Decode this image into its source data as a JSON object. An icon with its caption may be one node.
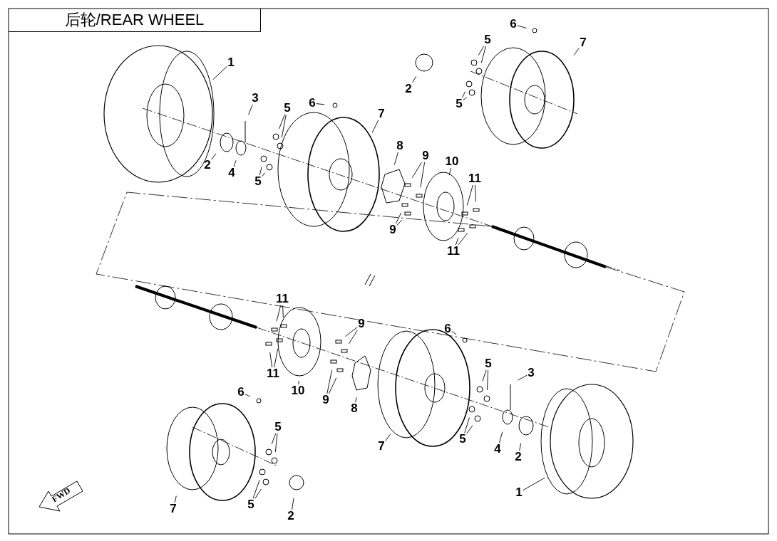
{
  "diagram": {
    "title": "后轮/REAR WHEEL",
    "nodes": [
      {
        "text": [
          "6"
        ]
      },
      {
        "text": [
          "5"
        ]
      },
      {
        "text": [
          "7"
        ]
      },
      {
        "text": [
          "1"
        ]
      },
      {
        "text": [
          "2"
        ]
      },
      {
        "text": [
          "3"
        ]
      },
      {
        "text": [
          "6"
        ]
      },
      {
        "text": [
          "5"
        ]
      },
      {
        "text": [
          "5"
        ]
      },
      {
        "text": [
          "7"
        ]
      },
      {
        "text": [
          "8"
        ]
      },
      {
        "text": [
          "9"
        ]
      },
      {
        "text": [
          "10"
        ]
      },
      {
        "text": [
          "2"
        ]
      },
      {
        "text": [
          "4"
        ]
      },
      {
        "text": [
          "11"
        ]
      },
      {
        "text": [
          "5"
        ]
      },
      {
        "text": [
          "9"
        ]
      },
      {
        "text": [
          "11"
        ]
      },
      {
        "text": [
          "11"
        ]
      },
      {
        "text": [
          "9"
        ]
      },
      {
        "text": [
          "6"
        ]
      },
      {
        "text": [
          "5"
        ]
      },
      {
        "text": [
          "3"
        ]
      },
      {
        "text": [
          "11"
        ]
      },
      {
        "text": [
          "10"
        ]
      },
      {
        "text": [
          "6"
        ]
      },
      {
        "text": [
          "9"
        ]
      },
      {
        "text": [
          "8"
        ]
      },
      {
        "text": [
          "5"
        ]
      },
      {
        "text": [
          "5"
        ]
      },
      {
        "text": [
          "7"
        ]
      },
      {
        "text": [
          "4"
        ]
      },
      {
        "text": [
          "2"
        ]
      },
      {
        "text": [
          "1"
        ]
      },
      {
        "text": [
          "5"
        ]
      },
      {
        "text": [
          "7"
        ]
      },
      {
        "text": [
          "2"
        ]
      }
    ],
    "edges": [
      {
        "from": 0,
        "to": null,
        "arrow": "none"
      },
      {
        "from": 1,
        "to": null,
        "arrow": "none"
      },
      {
        "from": 1,
        "to": null,
        "arrow": "none"
      },
      {
        "from": 2,
        "to": null,
        "arrow": "none"
      },
      {
        "from": 3,
        "to": null,
        "arrow": "none"
      },
      {
        "from": 4,
        "to": null,
        "arrow": "none"
      },
      {
        "from": 5,
        "to": null,
        "arrow": "none"
      },
      {
        "from": 6,
        "to": null,
        "arrow": "none"
      },
      {
        "from": 7,
        "to": null,
        "arrow": "none"
      },
      {
        "from": 7,
        "to": null,
        "arrow": "none"
      },
      {
        "from": 8,
        "to": null,
        "arrow": "none"
      },
      {
        "from": 8,
        "to": null,
        "arrow": "none"
      },
      {
        "from": 9,
        "to": null,
        "arrow": "none"
      },
      {
        "from": 10,
        "to": null,
        "arrow": "none"
      },
      {
        "from": 11,
        "to": null,
        "arrow": "none"
      },
      {
        "from": 11,
        "to": null,
        "arrow": "none"
      },
      {
        "from": 12,
        "to": null,
        "arrow": "none"
      },
      {
        "from": 13,
        "to": null,
        "arrow": "none"
      },
      {
        "from": 14,
        "to": null,
        "arrow": "none"
      },
      {
        "from": 15,
        "to": null,
        "arrow": "none"
      },
      {
        "from": 15,
        "to": null,
        "arrow": "none"
      },
      {
        "from": 16,
        "to": null,
        "arrow": "none"
      },
      {
        "from": 16,
        "to": null,
        "arrow": "none"
      },
      {
        "from": 17,
        "to": null,
        "arrow": "none"
      },
      {
        "from": 17,
        "to": null,
        "arrow": "none"
      },
      {
        "from": 18,
        "to": null,
        "arrow": "none"
      },
      {
        "from": 18,
        "to": null,
        "arrow": "none"
      },
      {
        "from": 19,
        "to": null,
        "arrow": "none"
      },
      {
        "from": 19,
        "to": null,
        "arrow": "none"
      },
      {
        "from": 20,
        "to": null,
        "arrow": "none"
      },
      {
        "from": 20,
        "to": null,
        "arrow": "none"
      },
      {
        "from": 21,
        "to": null,
        "arrow": "none"
      },
      {
        "from": 22,
        "to": null,
        "arrow": "none"
      },
      {
        "from": 22,
        "to": null,
        "arrow": "none"
      },
      {
        "from": 23,
        "to": null,
        "arrow": "none"
      },
      {
        "from": 24,
        "to": null,
        "arrow": "none"
      },
      {
        "from": 24,
        "to": null,
        "arrow": "none"
      },
      {
        "from": 25,
        "to": null,
        "arrow": "none"
      },
      {
        "from": 26,
        "to": null,
        "arrow": "none"
      },
      {
        "from": 27,
        "to": null,
        "arrow": "none"
      },
      {
        "from": 27,
        "to": null,
        "arrow": "none"
      },
      {
        "from": 28,
        "to": null,
        "arrow": "none"
      },
      {
        "from": 29,
        "to": null,
        "arrow": "none"
      },
      {
        "from": 29,
        "to": null,
        "arrow": "none"
      },
      {
        "from": 30,
        "to": null,
        "arrow": "none"
      },
      {
        "from": 30,
        "to": null,
        "arrow": "none"
      },
      {
        "from": 31,
        "to": null,
        "arrow": "none"
      },
      {
        "from": 32,
        "to": null,
        "arrow": "none"
      },
      {
        "from": 33,
        "to": null,
        "arrow": "none"
      },
      {
        "from": 34,
        "to": null,
        "arrow": "none"
      },
      {
        "from": 35,
        "to": null,
        "arrow": "none"
      },
      {
        "from": 35,
        "to": null,
        "arrow": "none"
      },
      {
        "from": 36,
        "to": null,
        "arrow": "none"
      },
      {
        "from": 37,
        "to": null,
        "arrow": "none"
      }
    ],
    "labels": [
      "FWD"
    ]
  }
}
